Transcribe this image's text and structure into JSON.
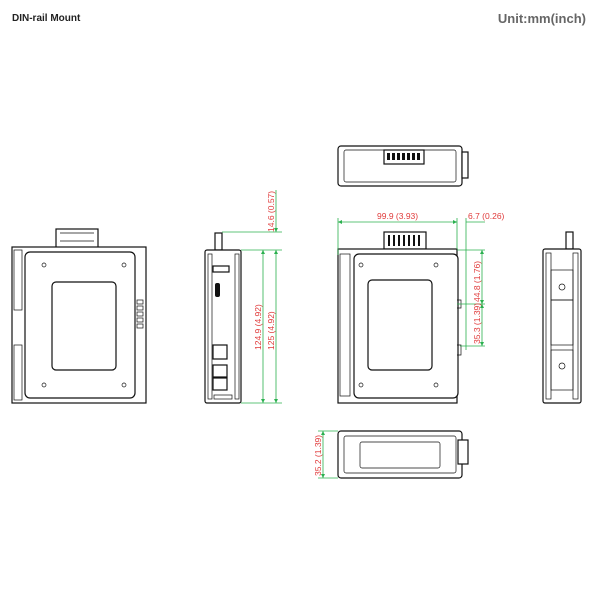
{
  "header": {
    "title": "DIN-rail Mount",
    "unit": "Unit:mm(inch)"
  },
  "dimensions": {
    "top_extension": "14.6 (0.57)",
    "side_height": "124.9 (4.92)",
    "total_height": "125 (4.92)",
    "width": "99.9 (3.93)",
    "rail_offset": "6.7 (0.26)",
    "upper_rail": "44.8 (1.76)",
    "lower_rail": "35.3 (1.39)",
    "depth": "35.2 (1.39)"
  }
}
